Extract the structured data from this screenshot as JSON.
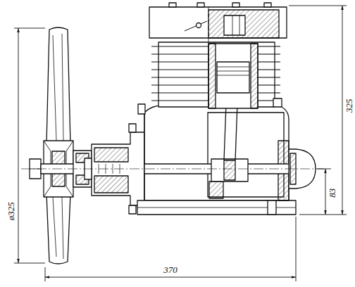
{
  "diagram": {
    "labels": [
      "ø325",
      "325",
      "83",
      "370"
    ]
  }
}
